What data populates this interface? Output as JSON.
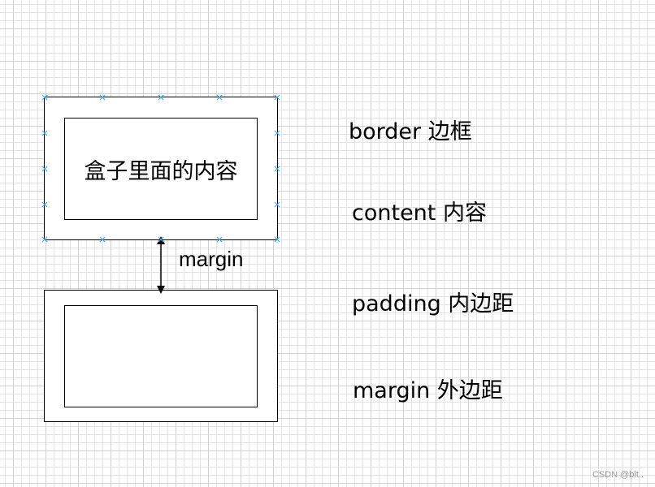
{
  "diagram": {
    "box1_content": "盒子里面的内容",
    "margin_label": "margin"
  },
  "legend": {
    "border": "border  边框",
    "content": "content 内容",
    "padding": "padding 内边距",
    "margin": "margin 外边距"
  },
  "watermark": "CSDN @bit..",
  "colors": {
    "stroke": "#000000",
    "selection_handle": "#3fa9f5",
    "grid": "#e3e3e3",
    "watermark": "#9a9a9a"
  }
}
